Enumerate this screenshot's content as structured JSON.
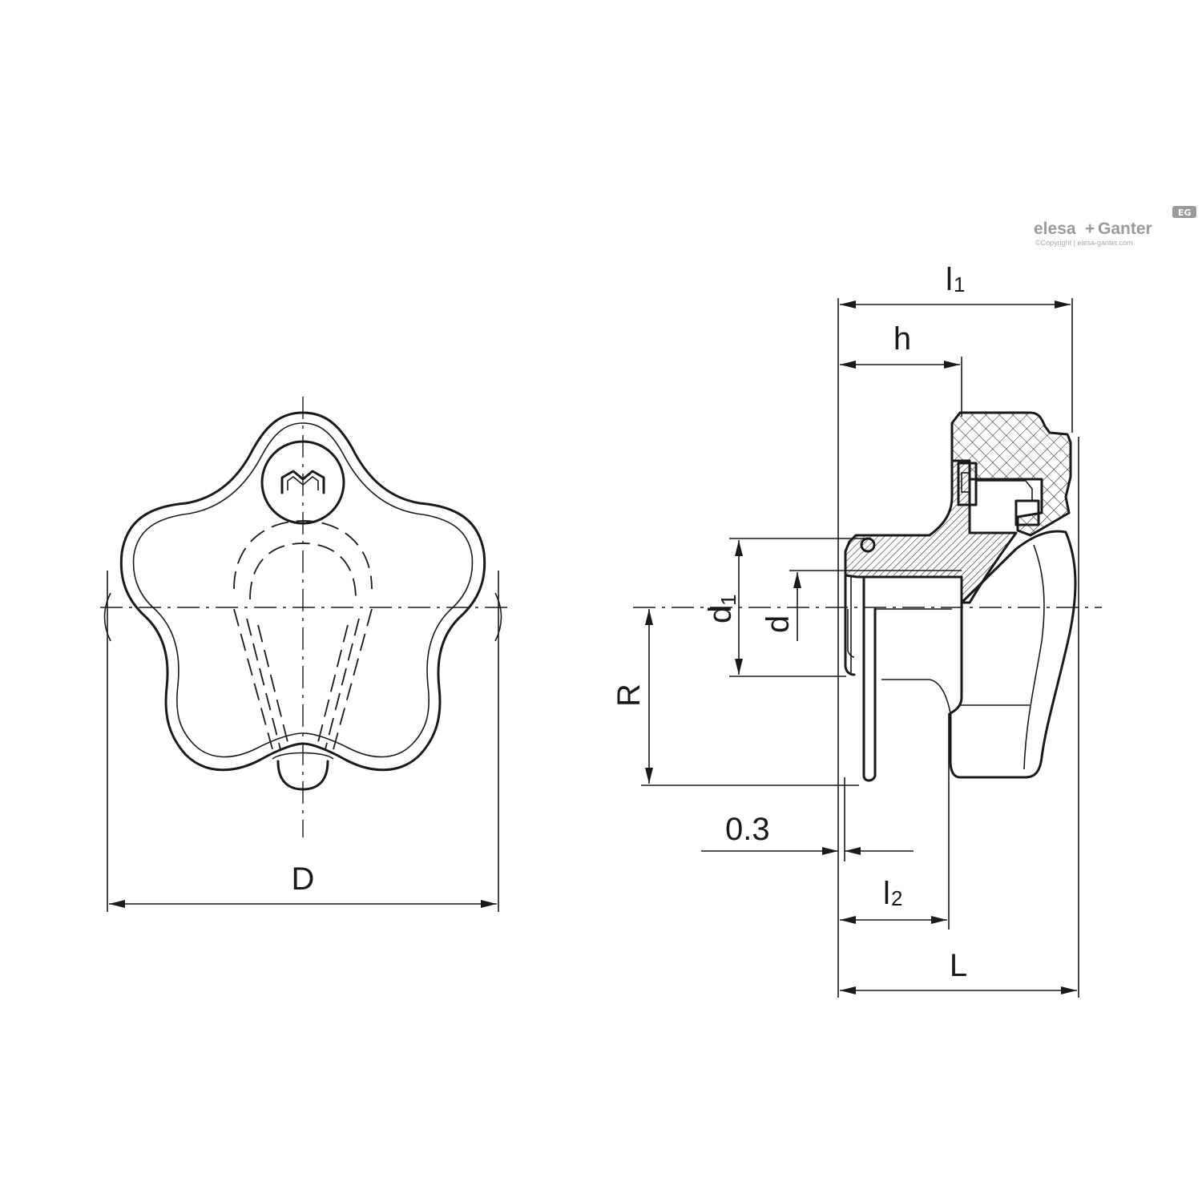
{
  "brand": {
    "name_left": "elesa",
    "plus": "+",
    "name_right": "Ganter",
    "copyright": "©Copyright | elesa-ganter.com",
    "badge": "EG"
  },
  "front_view": {
    "emblem": "M",
    "dimension_D": "D"
  },
  "side_view": {
    "dim_l1": "l",
    "dim_l1_sub": "1",
    "dim_h": "h",
    "dim_d1": "d",
    "dim_d1_sub": "1",
    "dim_d": "d",
    "dim_R": "R",
    "dim_gap": "0.3",
    "dim_l2": "l",
    "dim_l2_sub": "2",
    "dim_L": "L"
  },
  "colors": {
    "line": "#1a1a1a",
    "logo": "#9a9a9a"
  }
}
